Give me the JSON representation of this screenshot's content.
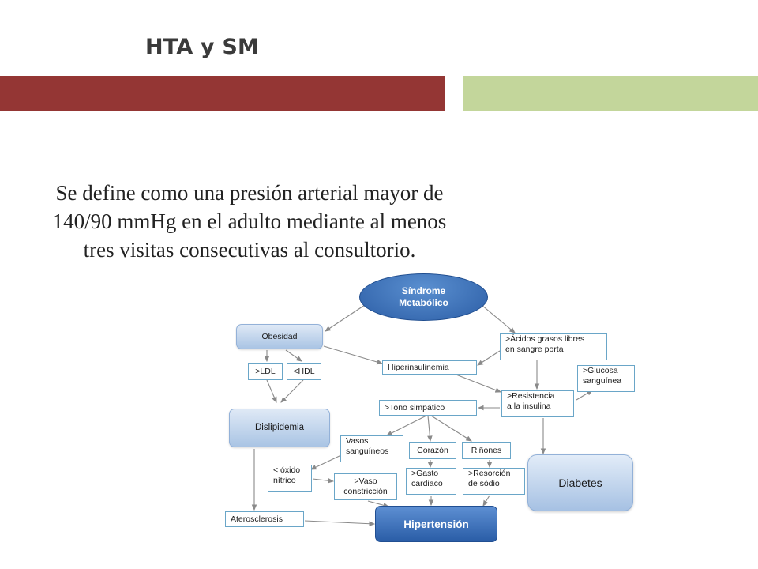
{
  "title": "HTA y SM",
  "definition": {
    "line1": "Se define como una presión arterial mayor de",
    "line2": "140/90 mmHg en el adulto mediante al menos",
    "line3": "tres visitas consecutivas al consultorio."
  },
  "diagram": {
    "sindrome_1": "Síndrome",
    "sindrome_2": "Metabólico",
    "obesidad": "Obesidad",
    "acidos_1": ">Ácidos grasos libres",
    "acidos_2": "en sangre porta",
    "ldl": ">LDL",
    "hdl": "<HDL",
    "hiperinsulinemia": "Hiperinsulinemia",
    "glucosa_1": ">Glucosa",
    "glucosa_2": "sanguínea",
    "resistencia_1": ">Resistencia",
    "resistencia_2": "a la insulina",
    "tono": ">Tono simpático",
    "dislipidemia": "Dislipidemia",
    "vasos_1": "Vasos",
    "vasos_2": "sanguíneos",
    "corazon": "Corazón",
    "rinones": "Riñones",
    "oxido_1": "< óxido",
    "oxido_2": "nítrico",
    "vasoconstriccion_1": ">Vaso",
    "vasoconstriccion_2": "constricción",
    "gasto_1": ">Gasto",
    "gasto_2": "cardiaco",
    "resorcion_1": ">Resorción",
    "resorcion_2": "de sódio",
    "diabetes": "Diabetes",
    "aterosclerosis": "Aterosclerosis",
    "hipertension": "Hipertensión"
  },
  "colors": {
    "red_bar": "#943634",
    "green_bar": "#c3d69b",
    "node_border": "#6aa6c8",
    "ellipse": "#2c5ea6"
  }
}
